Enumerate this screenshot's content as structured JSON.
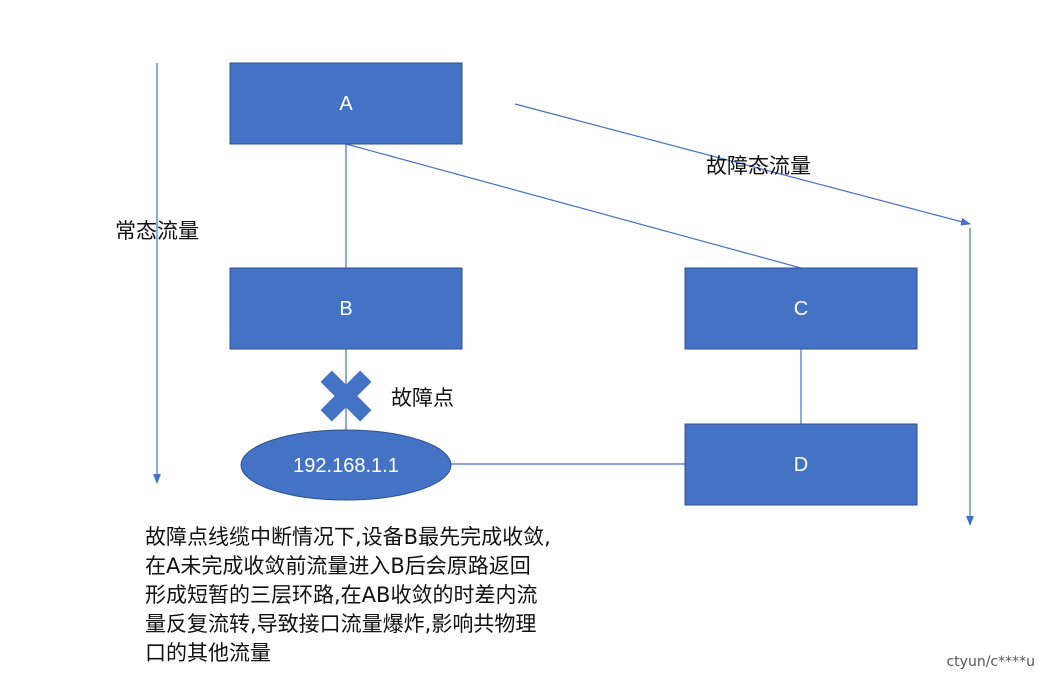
{
  "nodes": {
    "a": "A",
    "b": "B",
    "c": "C",
    "d": "D",
    "ip": "192.168.1.1"
  },
  "labels": {
    "normal_traffic": "常态流量",
    "fault_traffic": "故障态流量",
    "fault_point": "故障点"
  },
  "description": [
    "故障点线缆中断情况下,设备B最先完成收敛,",
    "在A未完成收敛前流量进入B后会原路返回",
    "形成短暂的三层环路,在AB收敛的时差内流",
    "量反复流转,导致接口流量爆炸,影响共物理",
    "口的其他流量"
  ],
  "watermark": "ctyun/c****u",
  "colors": {
    "node_fill": "#4472c4",
    "node_stroke": "#2f528f",
    "line": "#4472c4"
  }
}
